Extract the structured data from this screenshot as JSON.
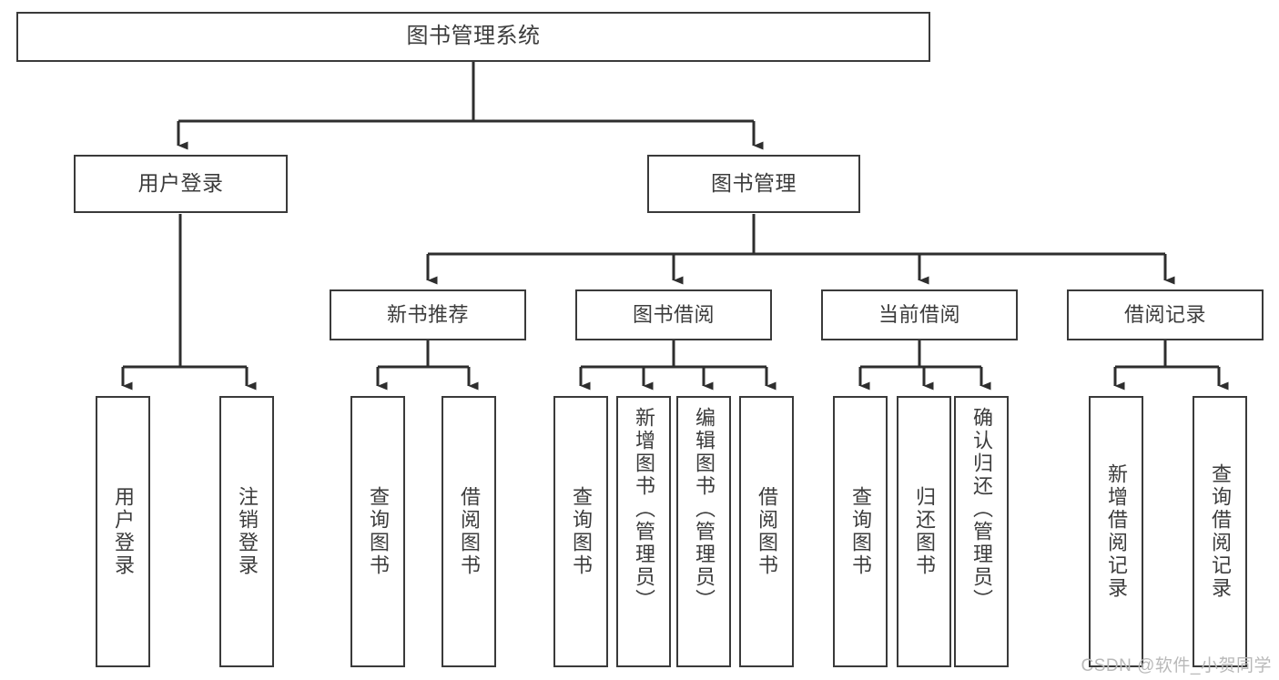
{
  "diagram": {
    "title": "图书管理系统",
    "type": "tree",
    "root": {
      "id": "root",
      "label": "图书管理系统"
    },
    "level2": [
      {
        "id": "user-login",
        "label": "用户登录"
      },
      {
        "id": "book-manage",
        "label": "图书管理"
      }
    ],
    "level3": [
      {
        "id": "new-book-rec",
        "label": "新书推荐",
        "parent": "book-manage"
      },
      {
        "id": "book-borrow",
        "label": "图书借阅",
        "parent": "book-manage"
      },
      {
        "id": "current-borrow",
        "label": "当前借阅",
        "parent": "book-manage"
      },
      {
        "id": "borrow-record",
        "label": "借阅记录",
        "parent": "book-manage"
      }
    ],
    "leaves": [
      {
        "id": "leaf-user-login",
        "label": "用户登录",
        "parent": "user-login"
      },
      {
        "id": "leaf-logout",
        "label": "注销登录",
        "parent": "user-login"
      },
      {
        "id": "leaf-query-book-1",
        "label": "查询图书",
        "parent": "new-book-rec"
      },
      {
        "id": "leaf-borrow-book-1",
        "label": "借阅图书",
        "parent": "new-book-rec"
      },
      {
        "id": "leaf-query-book-2",
        "label": "查询图书",
        "parent": "book-borrow"
      },
      {
        "id": "leaf-add-book",
        "label": "新增图书（管理员）",
        "parent": "book-borrow"
      },
      {
        "id": "leaf-edit-book",
        "label": "编辑图书（管理员）",
        "parent": "book-borrow"
      },
      {
        "id": "leaf-borrow-book-2",
        "label": "借阅图书",
        "parent": "book-borrow"
      },
      {
        "id": "leaf-query-book-3",
        "label": "查询图书",
        "parent": "current-borrow"
      },
      {
        "id": "leaf-return-book",
        "label": "归还图书",
        "parent": "current-borrow"
      },
      {
        "id": "leaf-confirm-return",
        "label": "确认归还（管理员）",
        "parent": "current-borrow"
      },
      {
        "id": "leaf-add-record",
        "label": "新增借阅记录",
        "parent": "borrow-record"
      },
      {
        "id": "leaf-query-record",
        "label": "查询借阅记录",
        "parent": "borrow-record"
      }
    ],
    "colors": {
      "border": "#3a3a3a",
      "text": "#3c3c3c",
      "background": "#ffffff",
      "connector": "#2e2e2e",
      "watermark": "#b9b9b9"
    }
  },
  "watermark": {
    "text": "CSDN @软件_小贺同学"
  }
}
